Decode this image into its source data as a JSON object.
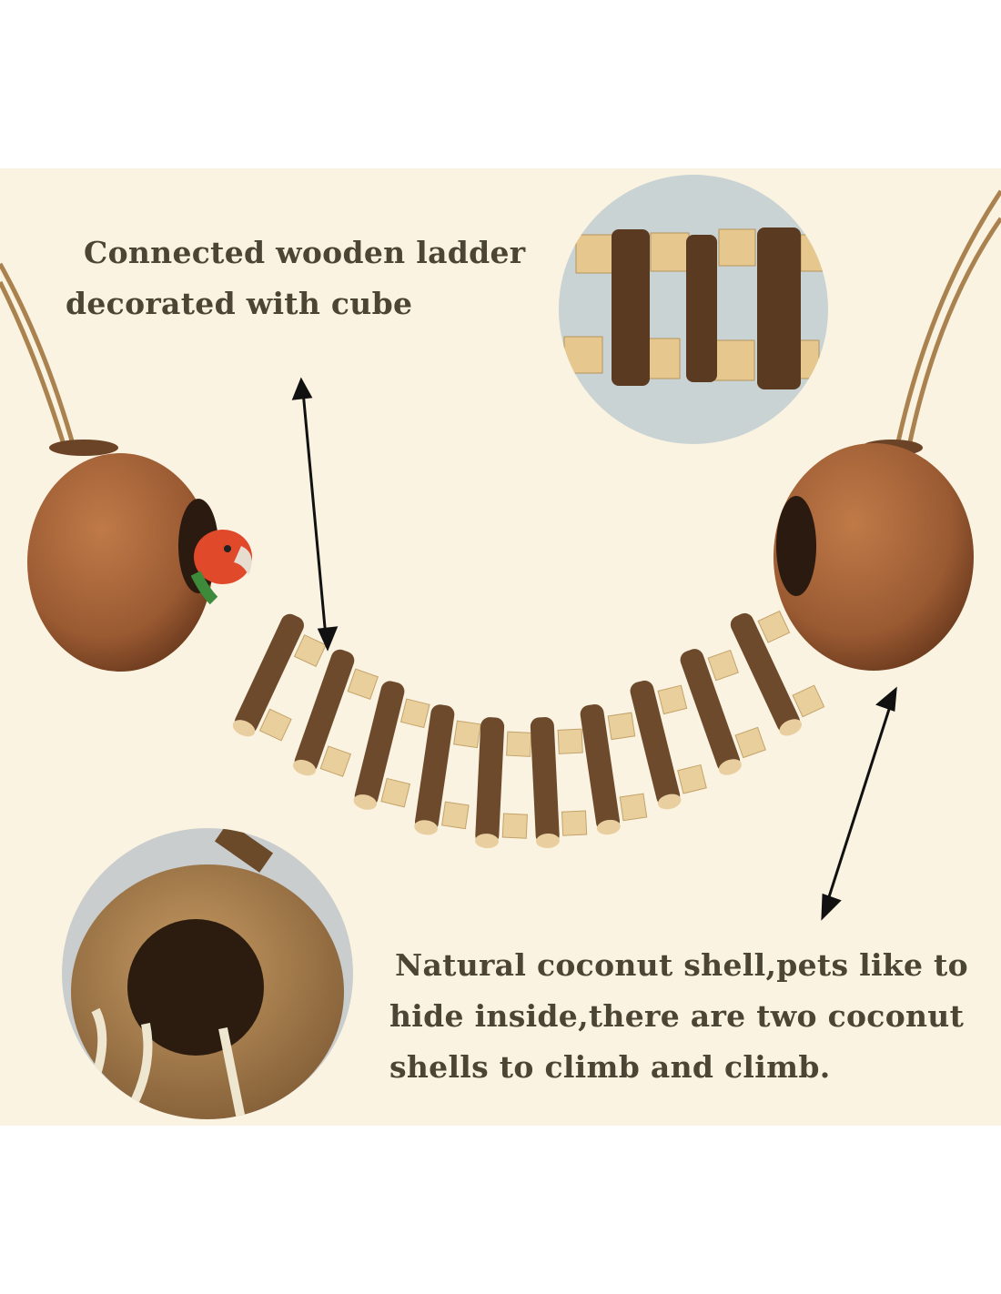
{
  "captions": {
    "ladder": {
      "line1": "Connected wooden ladder",
      "line2": "decorated with cube"
    },
    "coconut": {
      "line1": "Natural coconut shell,pets like to",
      "line2": "hide inside,there are two coconut",
      "line3": "shells to climb and climb."
    }
  },
  "colors": {
    "background": "#fbf3e1",
    "text": "#4a4535",
    "coconut": "#a0623a",
    "bark": "#6e4a2c",
    "cube": "#e8cf9c"
  }
}
